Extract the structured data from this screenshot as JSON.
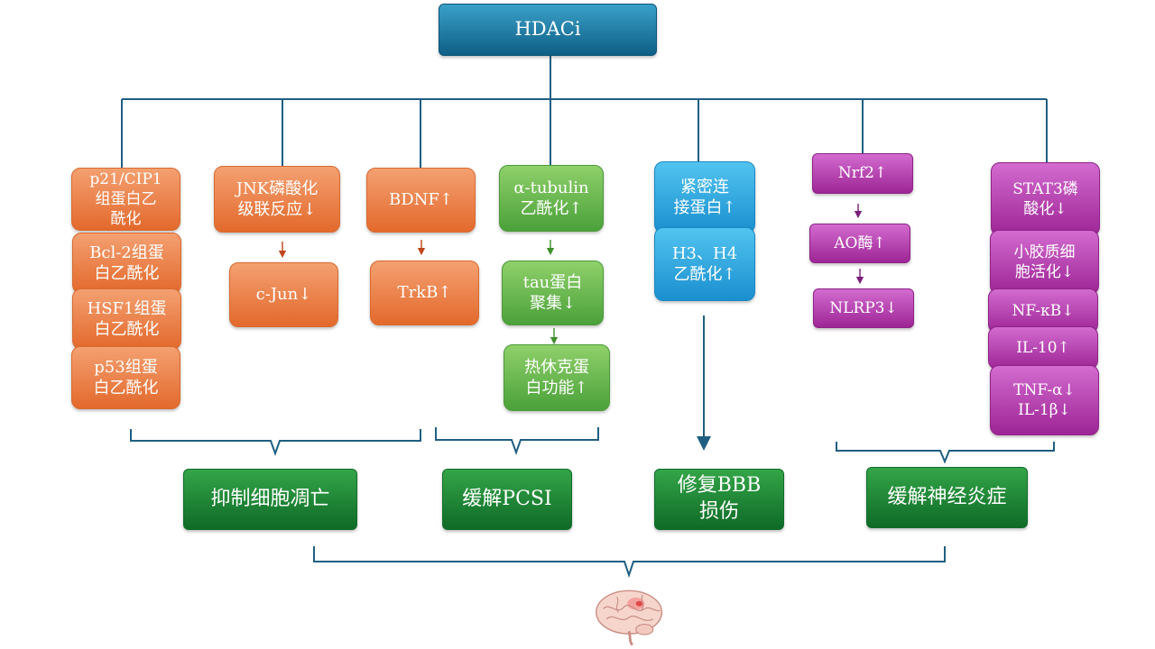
{
  "root": {
    "label": "HDACi"
  },
  "orange": {
    "p21": "p21/CIP1\n组蛋白乙\n酰化",
    "bcl2": "Bcl-2组蛋\n白乙酰化",
    "hsf1": "HSF1组蛋\n白乙酰化",
    "p53": "p53组蛋\n白乙酰化",
    "jnk": "JNK磷酸化\n级联反应↓",
    "cjun": "c-Jun↓",
    "bdnf": "BDNF↑",
    "trkb": "TrkB↑"
  },
  "green": {
    "tubulin": "α-tubulin\n乙酰化↑",
    "tau": "tau蛋白\n聚集↓",
    "hsp": "热休克蛋\n白功能↑"
  },
  "blue": {
    "tight": "紧密连\n接蛋白↑",
    "h3h4": "H3、H4\n乙酰化↑"
  },
  "purple": {
    "nrf2": "Nrf2↑",
    "ao": "AO酶↑",
    "nlrp3": "NLRP3↓",
    "stat3": "STAT3磷\n酸化↓",
    "microglia": "小胶质细\n胞活化↓",
    "nfkb": "NF-κB↓",
    "il10": "IL-10↑",
    "tnf": "TNF-α↓\nIL-1β↓"
  },
  "outcomes": {
    "apoptosis": "抑制细胞凋亡",
    "pcsi": "缓解PCSI",
    "bbb": "修复BBB\n损伤",
    "neuroinflammation": "缓解神经炎症"
  },
  "colors": {
    "connector": "#1f5f82",
    "arrow_orange": "#c0451b",
    "arrow_green": "#3f8f2a",
    "arrow_purple": "#7a1f78"
  },
  "icons": {
    "brain": "brain-icon"
  }
}
